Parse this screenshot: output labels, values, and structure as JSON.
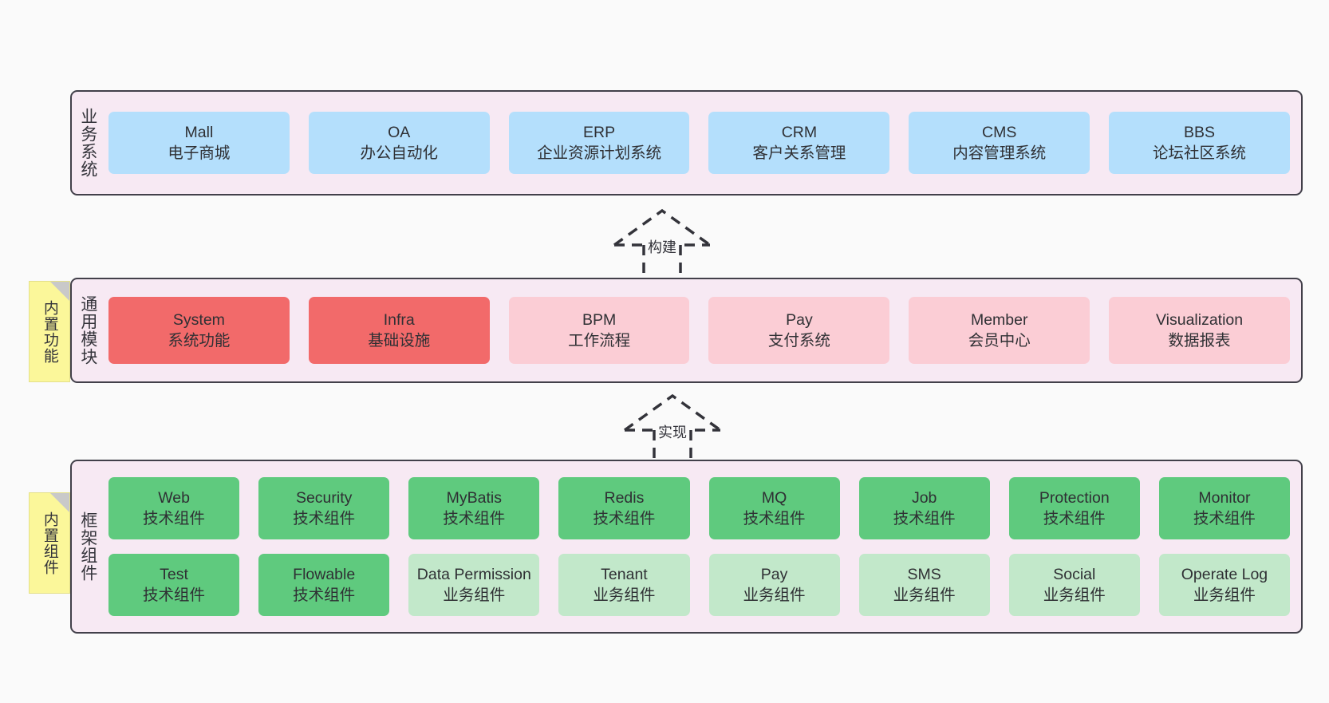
{
  "diagram": {
    "background": "#fafafa",
    "panel_fill": "#f7e9f3",
    "panel_stroke": "#42404a",
    "note_fill": "#fbf79a"
  },
  "layers": [
    {
      "id": "business",
      "title": "业务系统",
      "rows": [
        {
          "nodes": [
            {
              "en": "Mall",
              "cn": "电子商城",
              "color": "blue"
            },
            {
              "en": "OA",
              "cn": "办公自动化",
              "color": "blue"
            },
            {
              "en": "ERP",
              "cn": "企业资源计划系统",
              "color": "blue"
            },
            {
              "en": "CRM",
              "cn": "客户关系管理",
              "color": "blue"
            },
            {
              "en": "CMS",
              "cn": "内容管理系统",
              "color": "blue"
            },
            {
              "en": "BBS",
              "cn": "论坛社区系统",
              "color": "blue"
            }
          ]
        }
      ]
    },
    {
      "id": "common-module",
      "title": "通用模块",
      "note": "内置功能",
      "rows": [
        {
          "nodes": [
            {
              "en": "System",
              "cn": "系统功能",
              "color": "red"
            },
            {
              "en": "Infra",
              "cn": "基础设施",
              "color": "red"
            },
            {
              "en": "BPM",
              "cn": "工作流程",
              "color": "pink"
            },
            {
              "en": "Pay",
              "cn": "支付系统",
              "color": "pink"
            },
            {
              "en": "Member",
              "cn": "会员中心",
              "color": "pink"
            },
            {
              "en": "Visualization",
              "cn": "数据报表",
              "color": "pink"
            }
          ]
        }
      ]
    },
    {
      "id": "framework",
      "title": "框架组件",
      "note": "内置组件",
      "rows": [
        {
          "nodes": [
            {
              "en": "Web",
              "cn": "技术组件",
              "color": "green"
            },
            {
              "en": "Security",
              "cn": "技术组件",
              "color": "green"
            },
            {
              "en": "MyBatis",
              "cn": "技术组件",
              "color": "green"
            },
            {
              "en": "Redis",
              "cn": "技术组件",
              "color": "green"
            },
            {
              "en": "MQ",
              "cn": "技术组件",
              "color": "green"
            },
            {
              "en": "Job",
              "cn": "技术组件",
              "color": "green"
            },
            {
              "en": "Protection",
              "cn": "技术组件",
              "color": "green"
            },
            {
              "en": "Monitor",
              "cn": "技术组件",
              "color": "green"
            }
          ]
        },
        {
          "nodes": [
            {
              "en": "Test",
              "cn": "技术组件",
              "color": "green"
            },
            {
              "en": "Flowable",
              "cn": "技术组件",
              "color": "green"
            },
            {
              "en": "Data Permission",
              "cn": "业务组件",
              "color": "lightgreen"
            },
            {
              "en": "Tenant",
              "cn": "业务组件",
              "color": "lightgreen"
            },
            {
              "en": "Pay",
              "cn": "业务组件",
              "color": "lightgreen"
            },
            {
              "en": "SMS",
              "cn": "业务组件",
              "color": "lightgreen"
            },
            {
              "en": "Social",
              "cn": "业务组件",
              "color": "lightgreen"
            },
            {
              "en": "Operate Log",
              "cn": "业务组件",
              "color": "lightgreen"
            }
          ]
        }
      ]
    }
  ],
  "connectors": [
    {
      "id": "build",
      "label": "构建"
    },
    {
      "id": "implement",
      "label": "实现"
    }
  ]
}
